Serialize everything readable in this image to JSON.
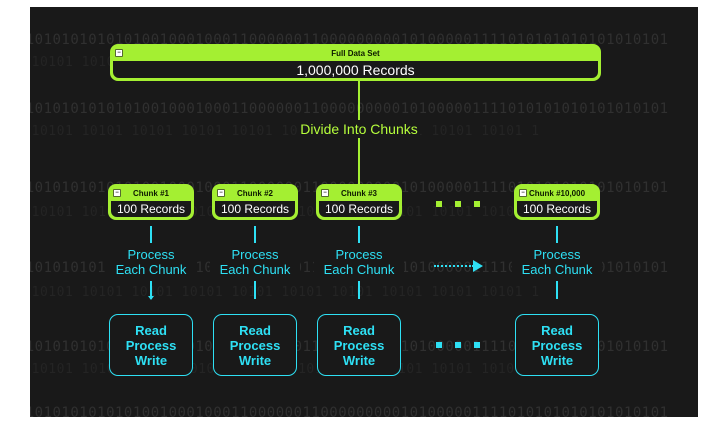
{
  "top_box": {
    "title": "Full Data Set",
    "body": "1,000,000 Records"
  },
  "divide_label": "Divide Into Chunks",
  "chunks": [
    {
      "title": "Chunk #1",
      "body": "100 Records",
      "process_line1": "Process",
      "process_line2": "Each Chunk",
      "rpw": [
        "Read",
        "Process",
        "Write"
      ]
    },
    {
      "title": "Chunk #2",
      "body": "100 Records",
      "process_line1": "Process",
      "process_line2": "Each Chunk",
      "rpw": [
        "Read",
        "Process",
        "Write"
      ]
    },
    {
      "title": "Chunk #3",
      "body": "100 Records",
      "process_line1": "Process",
      "process_line2": "Each Chunk",
      "rpw": [
        "Read",
        "Process",
        "Write"
      ]
    },
    {
      "title": "Chunk #10,000",
      "body": "100 Records",
      "process_line1": "Process",
      "process_line2": "Each Chunk",
      "rpw": [
        "Read",
        "Process",
        "Write"
      ]
    }
  ],
  "toggle_symbol": "−",
  "background_rows": [
    "0110101010101010100100010001100000011000000000101000001111010101010101010101",
    "1010  10101  10101  10101  10101  10101  10101  10101  10101  10101  10101  1",
    "0110101010101010100100010001100000011000000000101000001111010101010101010101",
    "1010  10101  10101  10101  10101  10101  10101  10101  10101  10101  10101  1",
    "0110101010101010100100010001100000011000000000101000001111010101010101010101",
    "1010  10101  10101  10101  10101  10101  10101  10101  10101  10101  10101  1",
    "0110101010101010100100010001100000011000000000101000001111010101010101010101",
    "1010  10101  10101  10101  10101  10101  10101  10101  10101  10101  10101  1",
    "0110101010101010100100010001100000011000000000101000001111010101010101010101",
    "1010  10101  10101  10101  10101  10101  10101  10101  10101  10101  10101  1",
    "0110101010101010100100010001100000011000000000101000001111010101010101010101"
  ],
  "colors": {
    "green": "#a4ef32",
    "cyan": "#2ee0f4",
    "background": "#191919"
  }
}
